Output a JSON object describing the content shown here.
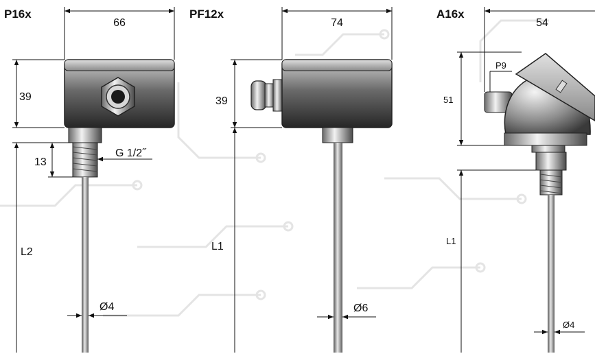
{
  "models": [
    {
      "name": "P16x",
      "width": "66",
      "height": "39",
      "thread_length": "13",
      "thread": "G 1/2˝",
      "length": "L2",
      "diameter": "Ø4"
    },
    {
      "name": "PF12x",
      "width": "74",
      "height": "39",
      "length": "L1",
      "diameter": "Ø6"
    },
    {
      "name": "A16x",
      "width": "54",
      "height": "51",
      "gland": "P9",
      "length": "L1",
      "diameter": "Ø4"
    }
  ],
  "colors": {
    "background_pattern": "#e6e6e6",
    "housing_dark": "#2e2e2e",
    "housing_light": "#d4d4d4",
    "metal": "#9a9a9a",
    "dimension_line": "#111111"
  }
}
